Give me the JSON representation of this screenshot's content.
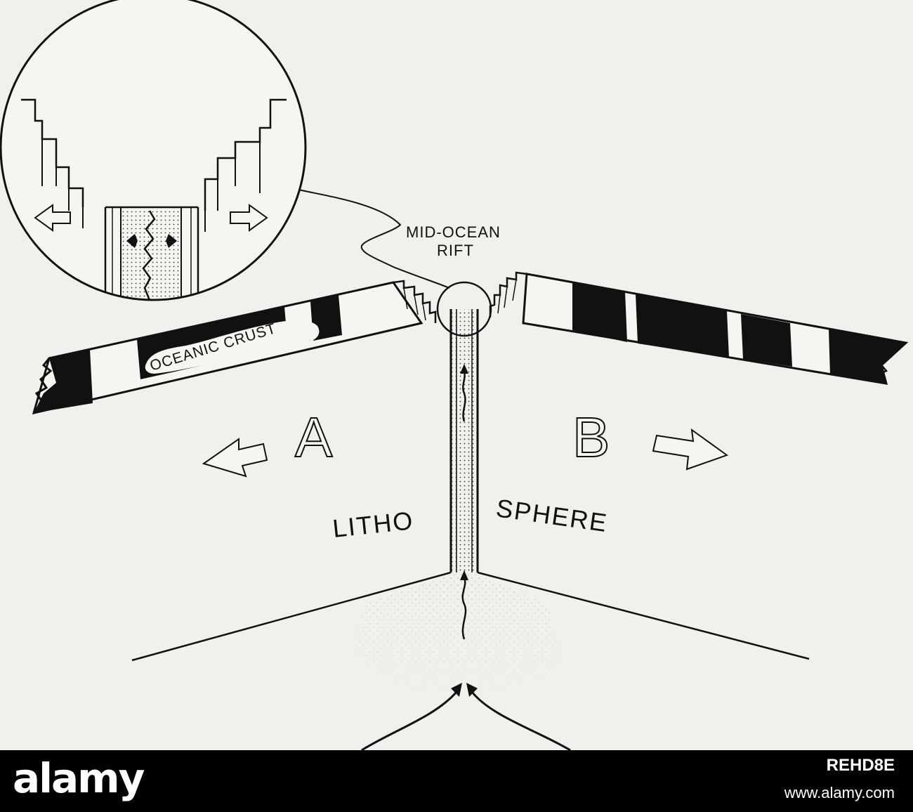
{
  "labels": {
    "rift_line1": "MID-OCEAN",
    "rift_line2": "RIFT",
    "crust": "OCEANIC CRUST",
    "plate_a": "A",
    "plate_b": "B",
    "litho": "LITHO",
    "sphere": "SPHERE"
  },
  "watermark": {
    "logo": "alamy",
    "image_id": "REHD8E",
    "url": "www.alamy.com"
  },
  "colors": {
    "background": "#f1f0ec",
    "ink": "#111111",
    "watermark_bar": "#000000"
  }
}
